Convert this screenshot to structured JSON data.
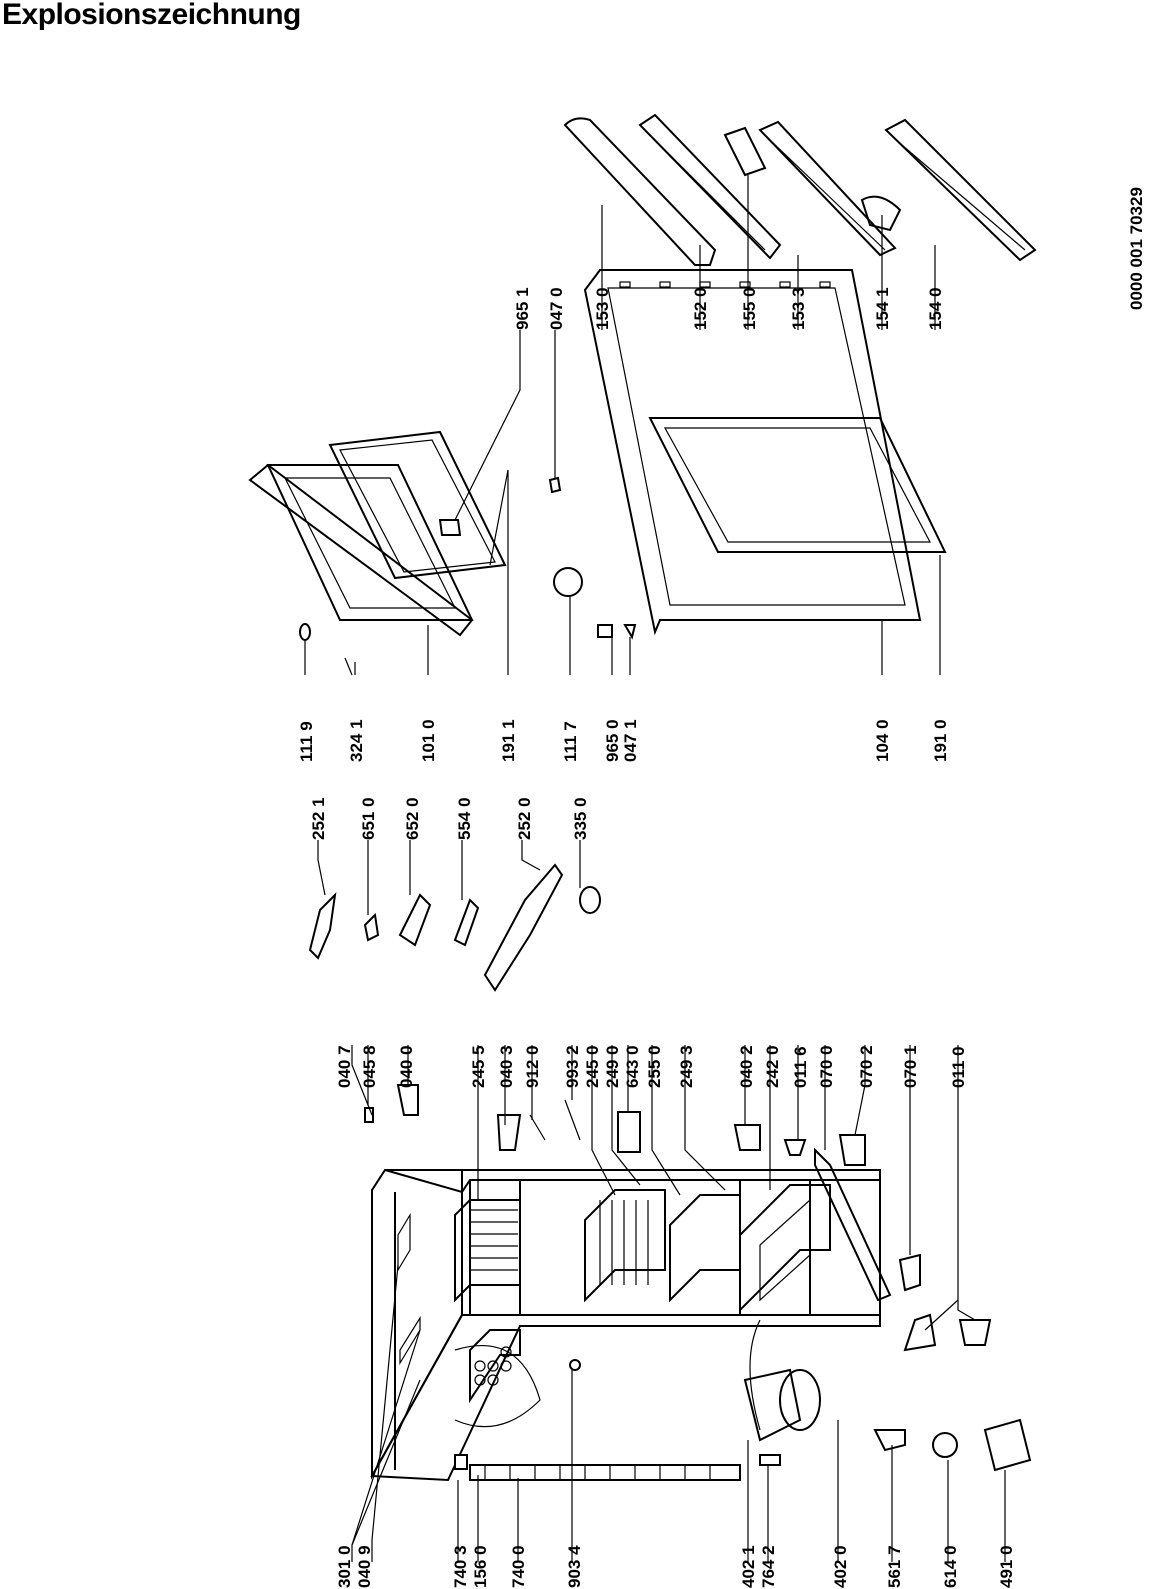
{
  "title": "Explosionszeichnung",
  "document_code": "0000 001 70329",
  "labels": [
    "301 0",
    "040 9",
    "740 3",
    "156 0",
    "740 0",
    "903 4",
    "402 1",
    "764 2",
    "402 0",
    "561 7",
    "614 0",
    "491 0",
    "040 7",
    "045 8",
    "040 0",
    "245 5",
    "040 3",
    "912 0",
    "993 2",
    "245 0",
    "249 0",
    "643 0",
    "255 0",
    "249 3",
    "040 2",
    "242 0",
    "011 6",
    "070 0",
    "070 2",
    "070 1",
    "011 0",
    "252 1",
    "651 0",
    "652 0",
    "554 0",
    "252 0",
    "335 0",
    "111 9",
    "324 1",
    "101 0",
    "191 1",
    "111 7",
    "965 0",
    "047 1",
    "104 0",
    "191 0",
    "965 1",
    "047 0",
    "153 0",
    "152 0",
    "155 0",
    "153 3",
    "154 1",
    "154 0"
  ]
}
